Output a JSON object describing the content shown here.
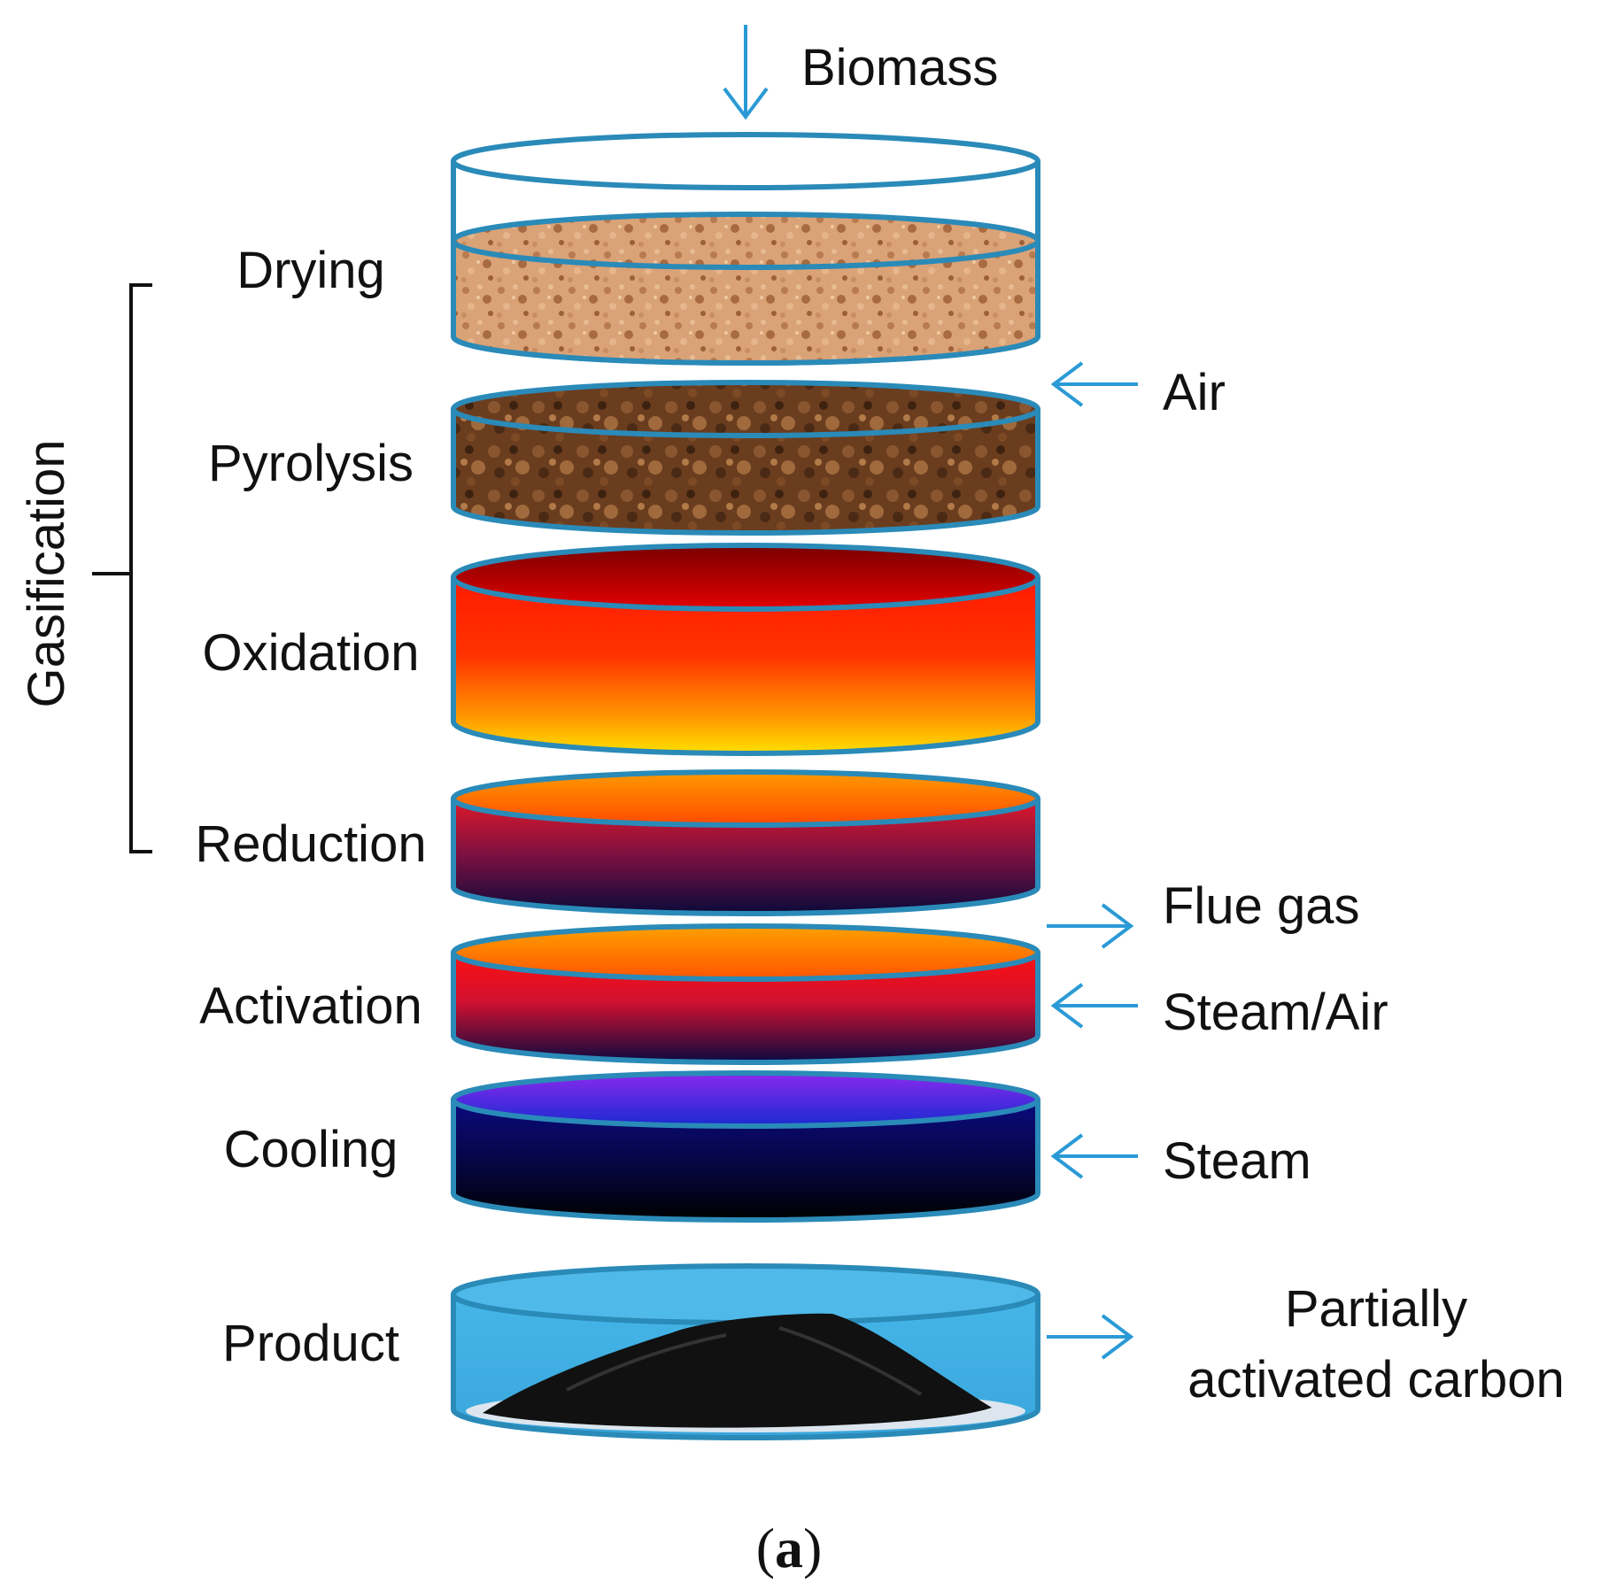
{
  "inputs": {
    "biomass": "Biomass",
    "air": "Air",
    "flue_gas": "Flue gas",
    "steam_air": "Steam/Air",
    "steam": "Steam",
    "product_line1": "Partially",
    "product_line2": "activated carbon"
  },
  "stages": {
    "drying": "Drying",
    "pyrolysis": "Pyrolysis",
    "oxidation": "Oxidation",
    "reduction": "Reduction",
    "activation": "Activation",
    "cooling": "Cooling",
    "product": "Product"
  },
  "group": {
    "gasification": "Gasification"
  },
  "caption": {
    "open": "(",
    "letter": "a",
    "close": ")"
  },
  "colors": {
    "outline": "#2a8ab8",
    "arrow": "#2a9ad6"
  }
}
